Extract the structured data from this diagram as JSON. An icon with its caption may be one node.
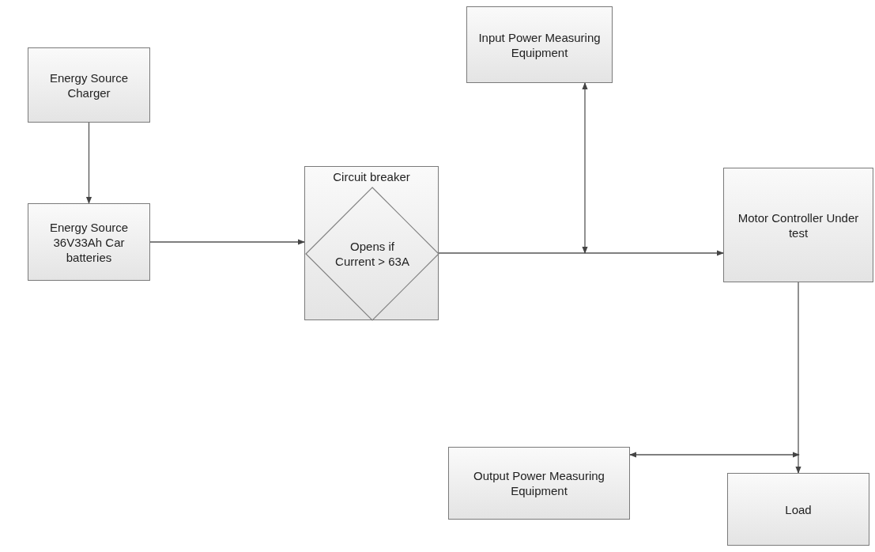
{
  "diagram": {
    "nodes": [
      {
        "text": [
          "Energy Source Charger"
        ]
      },
      {
        "text": [
          "Energy Source 36V33Ah Car batteries"
        ]
      },
      {
        "text": [
          "Circuit breaker"
        ]
      },
      {
        "text": [
          "Opens if Current > 63A"
        ],
        "in": 2
      },
      {
        "text": [
          "Input Power Measuring Equipment"
        ]
      },
      {
        "text": [
          "Motor Controller Under test"
        ]
      },
      {
        "text": [
          "Output Power Measuring Equipment"
        ]
      },
      {
        "text": [
          "Load"
        ]
      }
    ],
    "edges": [
      {
        "from": 0,
        "to": 1,
        "arrow": "to"
      },
      {
        "from": 1,
        "to": 3,
        "arrow": "to"
      },
      {
        "from": 3,
        "to": 5,
        "arrow": "to"
      },
      {
        "from": 4,
        "to": null,
        "arrow": "both"
      },
      {
        "from": 5,
        "to": 7,
        "arrow": "to"
      },
      {
        "from": 6,
        "to": 7,
        "arrow": "both"
      }
    ]
  }
}
